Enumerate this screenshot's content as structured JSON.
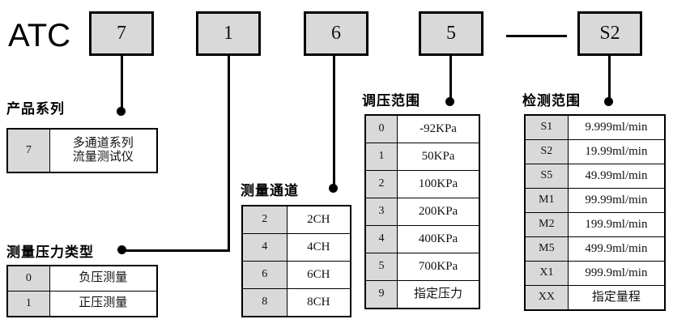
{
  "model_code": {
    "prefix": "ATC",
    "segments": [
      {
        "value": "7",
        "name": "series-digit"
      },
      {
        "value": "1",
        "name": "pressure-type-digit"
      },
      {
        "value": "6",
        "name": "channel-digit"
      },
      {
        "value": "5",
        "name": "pressure-range-digit"
      },
      {
        "value": "S2",
        "name": "detection-range-code"
      }
    ],
    "separator": "—"
  },
  "sections": {
    "product_series": {
      "title": "产品系列",
      "rows": [
        {
          "key": "7",
          "value": "多通道系列\n流量测试仪",
          "line1": "多通道系列",
          "line2": "流量测试仪"
        }
      ]
    },
    "pressure_type": {
      "title": "测量压力类型",
      "rows": [
        {
          "key": "0",
          "value": "负压测量"
        },
        {
          "key": "1",
          "value": "正压测量"
        }
      ]
    },
    "measure_channel": {
      "title": "测量通道",
      "rows": [
        {
          "key": "2",
          "value": "2CH"
        },
        {
          "key": "4",
          "value": "4CH"
        },
        {
          "key": "6",
          "value": "6CH"
        },
        {
          "key": "8",
          "value": "8CH"
        }
      ]
    },
    "pressure_range": {
      "title": "调压范围",
      "rows": [
        {
          "key": "0",
          "value": "-92KPa"
        },
        {
          "key": "1",
          "value": "50KPa"
        },
        {
          "key": "2",
          "value": "100KPa"
        },
        {
          "key": "3",
          "value": "200KPa"
        },
        {
          "key": "4",
          "value": "400KPa"
        },
        {
          "key": "5",
          "value": "700KPa"
        },
        {
          "key": "9",
          "value": "指定压力"
        }
      ]
    },
    "detection_range": {
      "title": "检测范围",
      "rows": [
        {
          "key": "S1",
          "value": "9.999ml/min"
        },
        {
          "key": "S2",
          "value": "19.99ml/min"
        },
        {
          "key": "S5",
          "value": "49.99ml/min"
        },
        {
          "key": "M1",
          "value": "99.99ml/min"
        },
        {
          "key": "M2",
          "value": "199.9ml/min"
        },
        {
          "key": "M5",
          "value": "499.9ml/min"
        },
        {
          "key": "X1",
          "value": "999.9ml/min"
        },
        {
          "key": "XX",
          "value": "指定量程"
        }
      ]
    }
  },
  "colors": {
    "box_fill": "#d9d9d9",
    "line": "#000000",
    "background": "#ffffff"
  }
}
